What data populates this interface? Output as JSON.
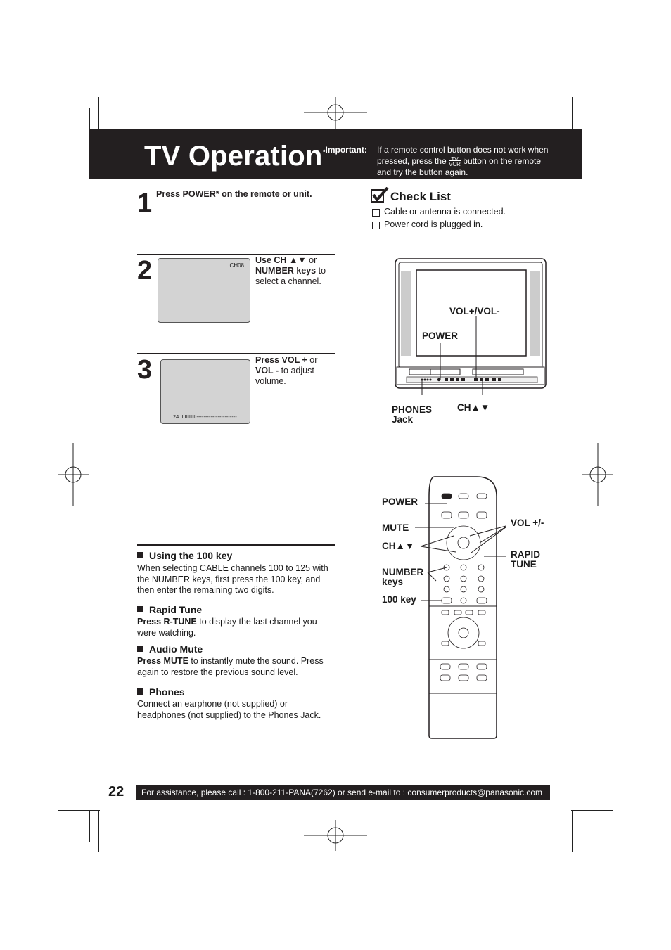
{
  "header": {
    "title": "TV Operation",
    "important_label": "Important:",
    "important_before": "If a remote control button does not work when pressed, press the ",
    "tv_top": "TV",
    "tv_bottom": "VCR",
    "important_after": " button on the remote and try the button again."
  },
  "steps": [
    {
      "number": "1",
      "text": "Press POWER* on the remote or unit."
    },
    {
      "number": "2",
      "bold_a": "Use CH ",
      "arrows": "▲▼",
      "plain_a": " or ",
      "bold_b": "NUMBER keys",
      "plain_b": " to select a channel.",
      "screen_text": "CH08"
    },
    {
      "number": "3",
      "bold_a": "Press VOL +",
      "plain_a": " or ",
      "bold_b": "VOL -",
      "plain_b": " to adjust volume.",
      "screen_num": "24",
      "screen_bar": "IIIIIIIIII-----------------------"
    }
  ],
  "checklist": {
    "title": "Check List",
    "items": [
      "Cable or antenna is connected.",
      "Power cord is plugged in."
    ]
  },
  "tv_labels": {
    "vol": "VOL+/VOL-",
    "power": "POWER",
    "phones_1": "PHONES",
    "phones_2": "Jack",
    "ch": "CH▲▼"
  },
  "remote_labels": {
    "power": "POWER",
    "mute": "MUTE",
    "ch": "CH▲▼",
    "number_1": "NUMBER",
    "number_2": "keys",
    "key100": "100 key",
    "vol": "VOL +/-",
    "rapid_1": "RAPID",
    "rapid_2": "TUNE"
  },
  "sections": [
    {
      "heading": "Using the 100 key",
      "body_bold": "",
      "body": "When selecting CABLE channels 100 to 125 with the NUMBER keys, first press the 100 key, and then enter the remaining two digits."
    },
    {
      "heading": "Rapid Tune",
      "body_bold": "Press R-TUNE",
      "body": " to display the last channel you were watching."
    },
    {
      "heading": "Audio Mute",
      "body_bold": "Press MUTE",
      "body": " to instantly mute the sound. Press again to restore the previous sound level."
    },
    {
      "heading": "Phones",
      "body_bold": "",
      "body": "Connect an earphone (not supplied) or headphones (not supplied) to the Phones Jack."
    }
  ],
  "footer": {
    "page_number": "22",
    "text": "For assistance, please call : 1-800-211-PANA(7262) or send e-mail to : consumerproducts@panasonic.com"
  }
}
